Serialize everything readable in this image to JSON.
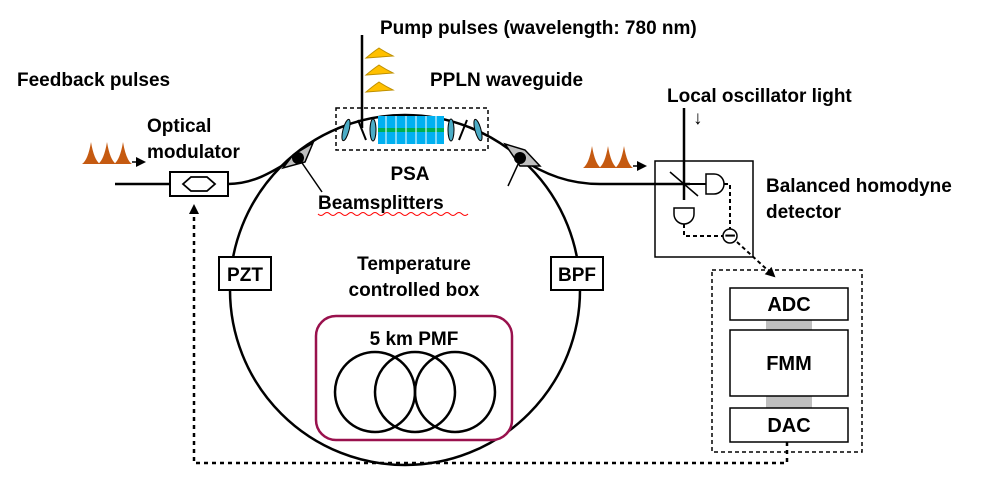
{
  "labels": {
    "pump": "Pump pulses (wavelength: 780 nm)",
    "feedback": "Feedback pulses",
    "ppln": "PPLN waveguide",
    "local_osc": "Local oscillator light",
    "optical_mod_line1": "Optical",
    "optical_mod_line2": "modulator",
    "psa": "PSA",
    "beamsplitters": "Beamsplitters",
    "bhd_line1": "Balanced homodyne",
    "bhd_line2": "detector",
    "pzt": "PZT",
    "bpf": "BPF",
    "temp_line1": "Temperature",
    "temp_line2": "controlled box",
    "pmf": "5 km PMF",
    "adc": "ADC",
    "fmm": "FMM",
    "dac": "DAC",
    "minus": "−",
    "down_arrow": "↓"
  },
  "colors": {
    "pulse_feedback": "#c55a11",
    "pulse_pump": "#ffc000",
    "pump_outline": "#bf9000",
    "box_pmf": "#99114d",
    "ppln_fill": "#00b0f0",
    "ppln_stripe": "#00b050",
    "lens": "#4bacc6",
    "connector_gray": "#bfbfbf",
    "beamsplitter_underline": "#ff0000"
  },
  "icons": {
    "feedback_pulses": "orange-pulse-train-icon",
    "pump_pulses": "yellow-pulse-train-icon",
    "modulator": "hexagon-modulator-icon",
    "photodiode": "photodiode-icon",
    "fiber_coupler": "fiber-coupler-icon"
  }
}
